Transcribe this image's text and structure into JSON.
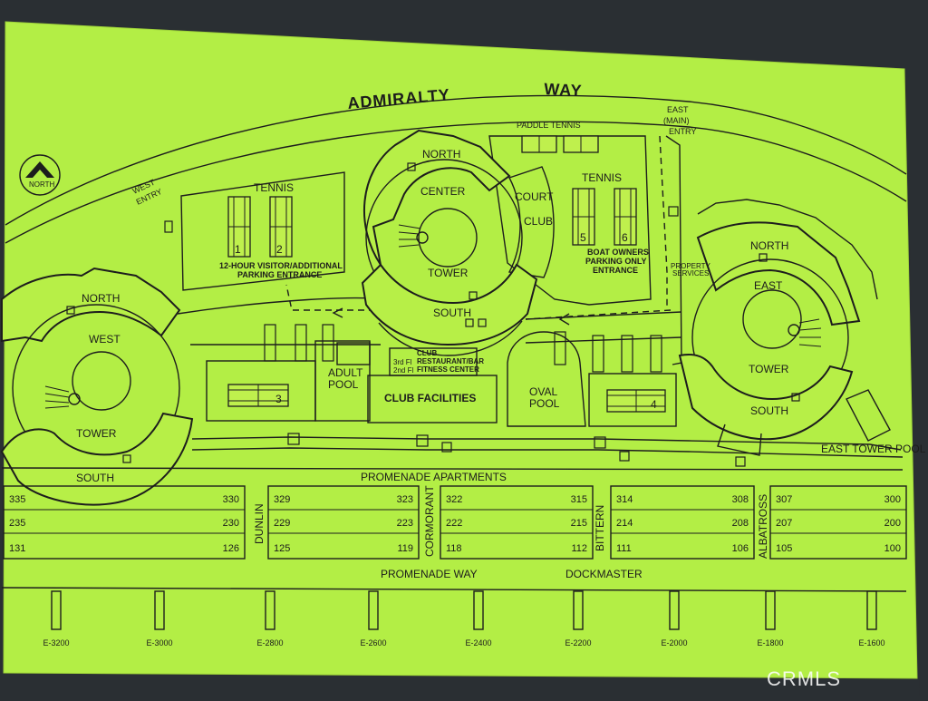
{
  "colors": {
    "paper": "#b3ee45",
    "ink": "#1d1d1d",
    "background": "#2a2f33"
  },
  "roads": {
    "admiralty": "ADMIRALTY",
    "way": "WAY",
    "promenade_way": "PROMENADE WAY",
    "dockmaster": "DOCKMASTER"
  },
  "north": {
    "label": "NORTH",
    "icon": "north-arrow-icon"
  },
  "entries": {
    "west": [
      "WEST",
      "ENTRY"
    ],
    "east": [
      "EAST",
      "(MAIN)",
      "ENTRY"
    ]
  },
  "courts": {
    "tennis_left": "TENNIS",
    "tennis_right": "TENNIS",
    "paddle": "PADDLE TENNIS",
    "numbers": [
      "1",
      "2",
      "3",
      "4",
      "5",
      "6"
    ]
  },
  "parking": {
    "visitor": [
      "12-HOUR VISITOR/ADDITIONAL",
      "PARKING ENTRANCE"
    ],
    "boat": [
      "BOAT OWNERS",
      "PARKING ONLY",
      "ENTRANCE"
    ],
    "property": [
      "PROPERTY",
      "SERVICES"
    ]
  },
  "towers": {
    "west": {
      "north": "NORTH",
      "name": "WEST",
      "tower": "TOWER",
      "south": "SOUTH"
    },
    "center": {
      "north": "NORTH",
      "name": "CENTER",
      "tower": "TOWER",
      "south": "SOUTH"
    },
    "east": {
      "north": "NORTH",
      "name": "EAST",
      "tower": "TOWER",
      "south": "SOUTH"
    }
  },
  "facilities": {
    "court_club": [
      "COURT",
      "CLUB"
    ],
    "adult_pool": [
      "ADULT",
      "POOL"
    ],
    "club_facilities": "CLUB FACILITIES",
    "oval_pool": [
      "OVAL",
      "POOL"
    ],
    "club_floors": [
      "3rd Fl",
      "2nd Fl"
    ],
    "club_desc": [
      "CLUB",
      "RESTAURANT/BAR",
      "FITNESS CENTER"
    ],
    "east_tower_pool": "EAST TOWER POOL"
  },
  "promenade": {
    "title": "PROMENADE APARTMENTS",
    "streets": [
      "DUNLIN",
      "CORMORANT",
      "BITTERN",
      "ALBATROSS"
    ],
    "blocks": [
      {
        "rows": [
          [
            "335",
            "330"
          ],
          [
            "235",
            "230"
          ],
          [
            "131",
            "126"
          ]
        ]
      },
      {
        "rows": [
          [
            "329",
            "323"
          ],
          [
            "229",
            "223"
          ],
          [
            "125",
            "119"
          ]
        ]
      },
      {
        "rows": [
          [
            "322",
            "315"
          ],
          [
            "222",
            "215"
          ],
          [
            "118",
            "112"
          ]
        ]
      },
      {
        "rows": [
          [
            "314",
            "308"
          ],
          [
            "214",
            "208"
          ],
          [
            "111",
            "106"
          ]
        ]
      },
      {
        "rows": [
          [
            "307",
            "300"
          ],
          [
            "207",
            "200"
          ],
          [
            "105",
            "100"
          ]
        ]
      }
    ]
  },
  "docks": [
    "E-3200",
    "E-3000",
    "E-2800",
    "E-2600",
    "E-2400",
    "E-2200",
    "E-2000",
    "E-1800",
    "E-1600"
  ],
  "watermark": "CRMLS"
}
